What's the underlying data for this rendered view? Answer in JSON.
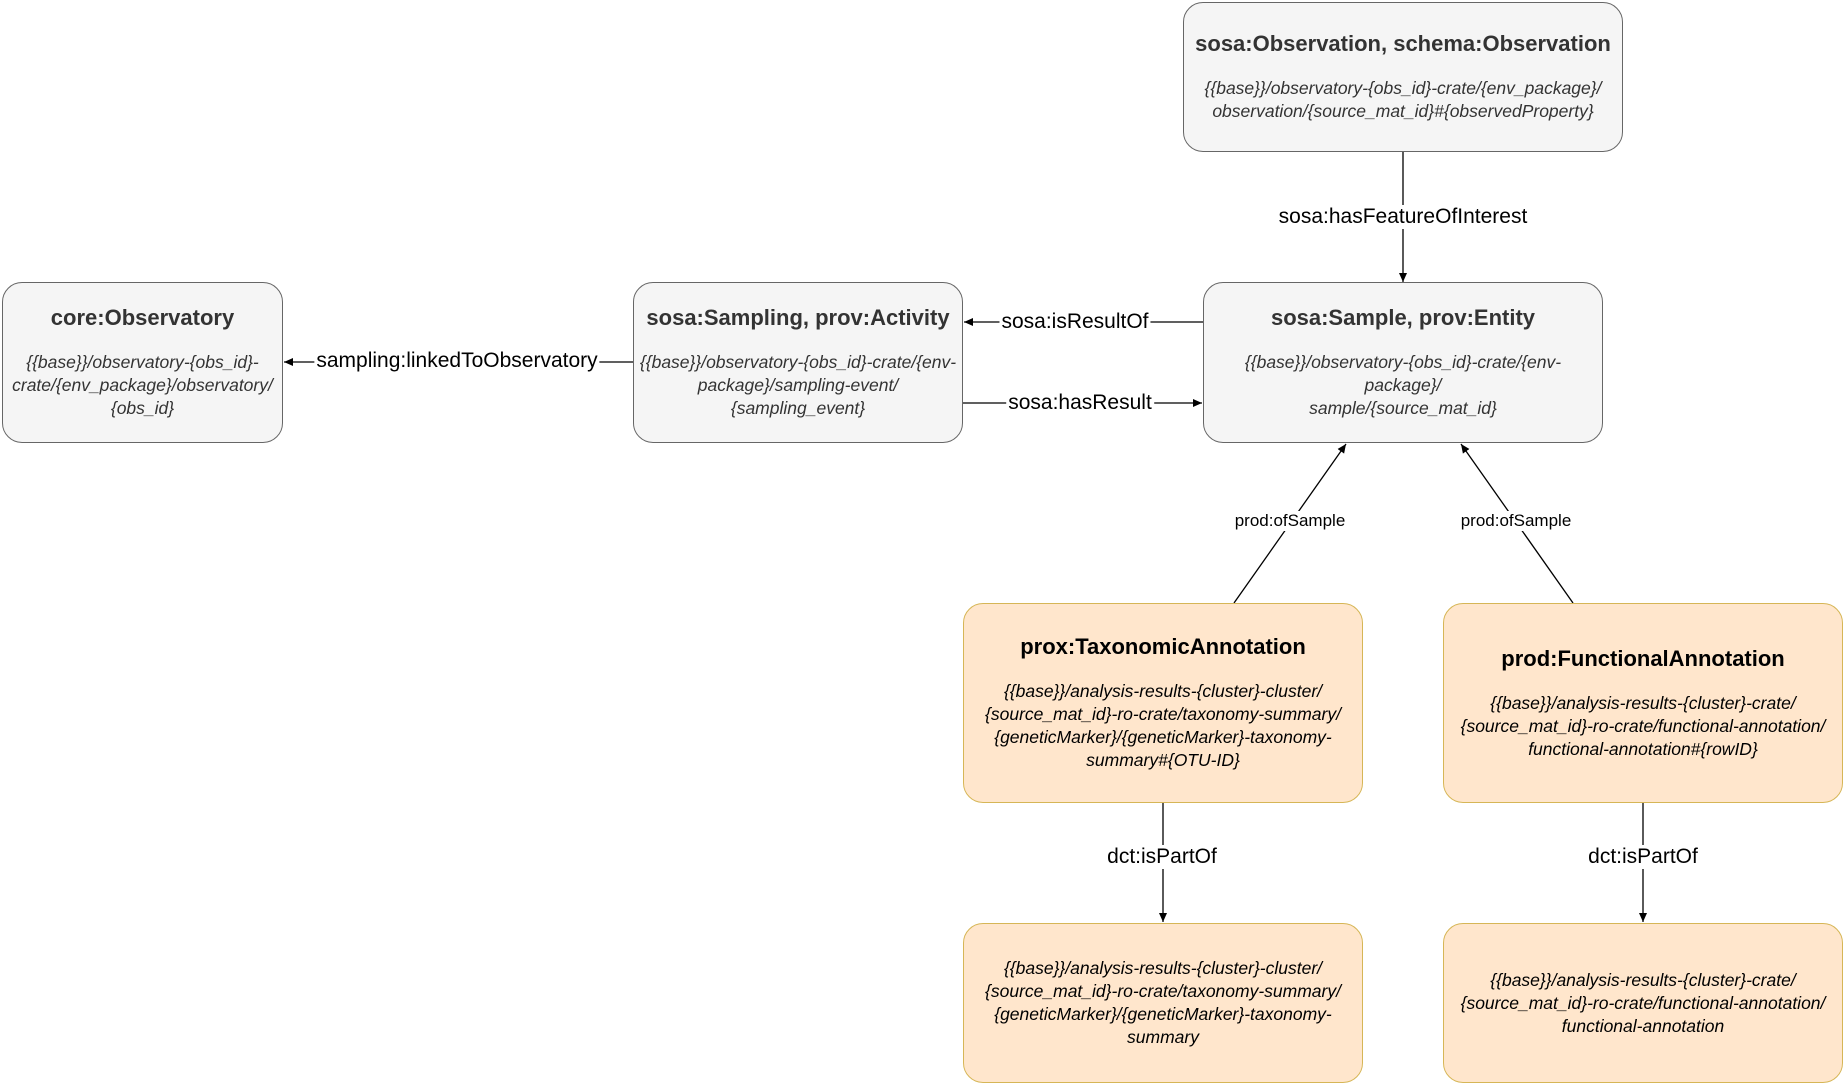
{
  "nodes": {
    "observation": {
      "title": "sosa:Observation, schema:Observation",
      "uri": "{{base}}/observatory-{obs_id}-crate/{env_package}/\nobservation/{source_mat_id}#{observedProperty}"
    },
    "observatory": {
      "title": "core:Observatory",
      "uri": "{{base}}/observatory-{obs_id}-\ncrate/{env_package}/observatory/\n{obs_id}"
    },
    "sampling": {
      "title": "sosa:Sampling, prov:Activity",
      "uri": "{{base}}/observatory-{obs_id}-crate/{env-\npackage}/sampling-event/\n{sampling_event}"
    },
    "sample": {
      "title": "sosa:Sample, prov:Entity",
      "uri": "{{base}}/observatory-{obs_id}-crate/{env-\npackage}/\nsample/{source_mat_id}"
    },
    "taxonomic": {
      "title": "prox:TaxonomicAnnotation",
      "uri": "{{base}}/analysis-results-{cluster}-cluster/\n{source_mat_id}-ro-crate/taxonomy-summary/\n{geneticMarker}/{geneticMarker}-taxonomy-\nsummary#{OTU-ID}"
    },
    "functional": {
      "title": "prod:FunctionalAnnotation",
      "uri": "{{base}}/analysis-results-{cluster}-crate/\n{source_mat_id}-ro-crate/functional-annotation/\nfunctional-annotation#{rowID}"
    },
    "taxonomy_summary": {
      "uri": "{{base}}/analysis-results-{cluster}-cluster/\n{source_mat_id}-ro-crate/taxonomy-summary/\n{geneticMarker}/{geneticMarker}-taxonomy-\nsummary"
    },
    "functional_annotation_doc": {
      "uri": "{{base}}/analysis-results-{cluster}-crate/\n{source_mat_id}-ro-crate/functional-annotation/\nfunctional-annotation"
    }
  },
  "edges": {
    "has_feature_of_interest": "sosa:hasFeatureOfInterest",
    "linked_to_observatory": "sampling:linkedToObservatory",
    "is_result_of": "sosa:isResultOf",
    "has_result": "sosa:hasResult",
    "of_sample_taxonomic": "prod:ofSample",
    "of_sample_functional": "prod:ofSample",
    "is_part_of_taxonomic": "dct:isPartOf",
    "is_part_of_functional": "dct:isPartOf"
  },
  "colors": {
    "gray_fill": "#f5f5f5",
    "gray_stroke": "#666666",
    "orange_fill": "#ffe6cc",
    "orange_stroke": "#d6b656",
    "edge": "#000000"
  }
}
